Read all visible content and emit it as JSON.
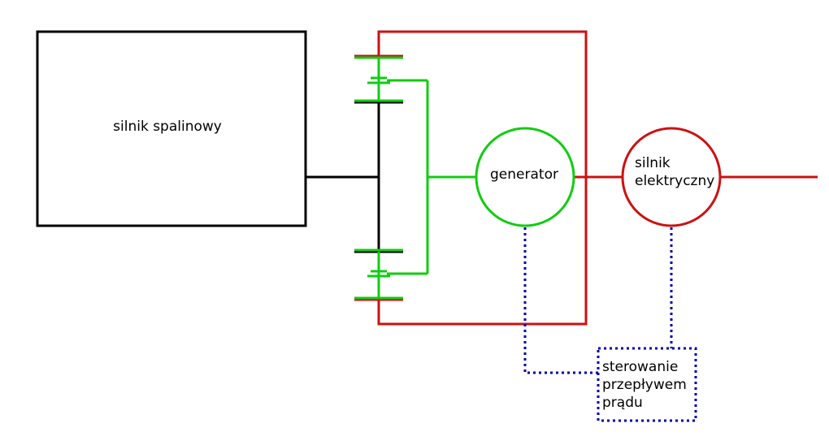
{
  "colors": {
    "engine": "#000000",
    "gearbox": "#cc1111",
    "planetary": "#11cc11",
    "control": "#0000aa"
  },
  "labels": {
    "engine": "silnik spalinowy",
    "generator": "generator",
    "motor": [
      "silnik",
      "elektryczny"
    ],
    "control": [
      "sterowanie",
      "przepływem",
      "prądu"
    ]
  }
}
